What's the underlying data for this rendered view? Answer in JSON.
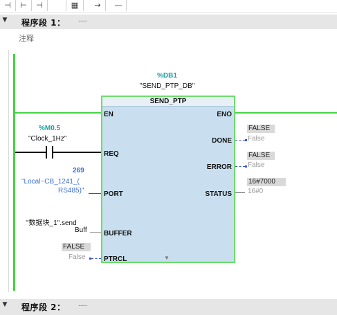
{
  "toolbar": {
    "icons": [
      "network-insert-icon",
      "network-insert-2-icon",
      "network-insert-3-icon",
      "calculator-icon",
      "arrow-right-icon",
      "minus-icon"
    ]
  },
  "segment1": {
    "title": "程序段 1：",
    "dots": ".....",
    "comment_label": "注释"
  },
  "segment2": {
    "title": "程序段 2：",
    "dots": "....."
  },
  "block": {
    "db_address": "%DB1",
    "db_name": "\"SEND_PTP_DB\"",
    "type_name": "SEND_PTP",
    "inputs": {
      "en": "EN",
      "req": "REQ",
      "port": "PORT",
      "buffer": "BUFFER",
      "ptrcl": "PTRCL"
    },
    "outputs": {
      "eno": "ENO",
      "done": "DONE",
      "error": "ERROR",
      "status": "STATUS"
    }
  },
  "req_contact": {
    "address": "%M0.5",
    "tag": "\"Clock_1Hz\""
  },
  "port_param": {
    "value": "269",
    "line1": "\"Local~CB_1241_(",
    "line2": "RS485)\""
  },
  "buffer_param": {
    "line1": "\"数据块_1\".send",
    "line2": "Buff"
  },
  "ptrcl_param": {
    "monitor": "FALSE",
    "value": "False"
  },
  "done_param": {
    "monitor": "FALSE",
    "value": "False"
  },
  "error_param": {
    "monitor": "FALSE",
    "value": "False"
  },
  "status_param": {
    "monitor": "16#7000",
    "value": "16#0"
  },
  "colors": {
    "wire_green": "#45d245",
    "block_fill": "#c9dfef",
    "teal_address": "#1ea0a0",
    "port_blue": "#3b6fd6"
  }
}
